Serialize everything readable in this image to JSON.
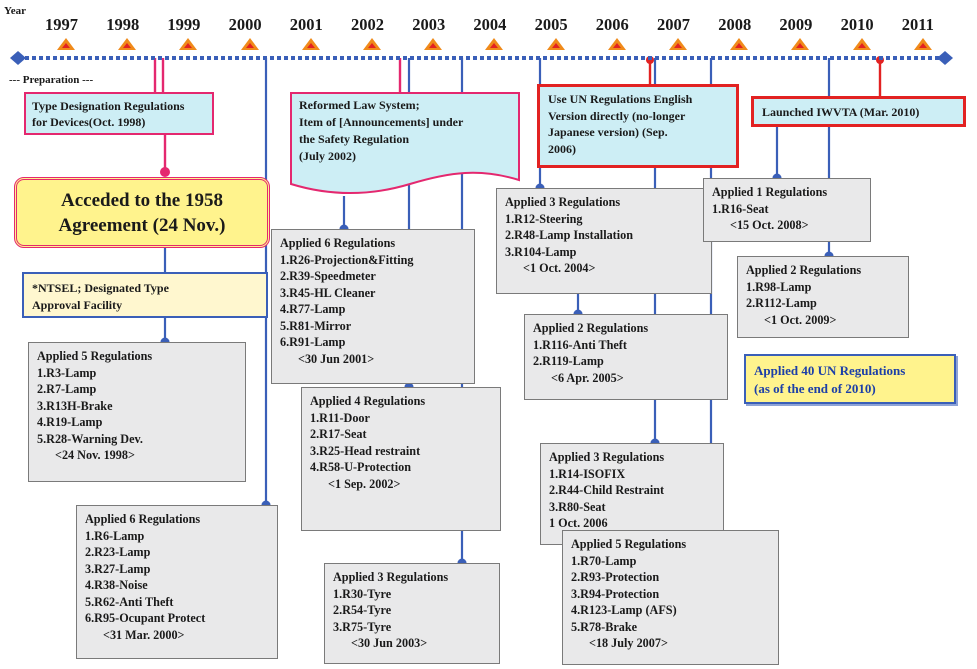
{
  "timeline": {
    "axis_label": "Year",
    "years": [
      "1997",
      "1998",
      "1999",
      "2000",
      "2001",
      "2002",
      "2003",
      "2004",
      "2005",
      "2006",
      "2007",
      "2008",
      "2009",
      "2010",
      "2011"
    ],
    "preparation_label": "--- Preparation ---",
    "colors": {
      "axis": "#3a5fb8",
      "marker": "#f08a1a",
      "marker_inner": "#e22222",
      "callout_border": "#e4286f"
    }
  },
  "callouts": {
    "type_designation": [
      "Type Designation Regulations",
      "for Devices(Oct. 1998)"
    ],
    "reformed_law": [
      "Reformed Law System;",
      "Item of [Announcements] under",
      "the Safety Regulation",
      "(July 2002)"
    ],
    "un_regulations": [
      "Use UN Regulations English",
      "Version directly (no-longer",
      "Japanese version) (Sep.",
      "2006)"
    ],
    "iwvta": [
      "Launched IWVTA (Mar. 2010)"
    ],
    "acceded": [
      "Acceded to the 1958",
      "Agreement (24 Nov.)"
    ],
    "ntsel": [
      "*NTSEL; Designated  Type",
      "Approval Facility"
    ],
    "applied40": [
      "Applied 40 UN Regulations",
      "(as of the end of 2010)"
    ]
  },
  "boxes": {
    "b1998": [
      "Applied 5 Regulations",
      "1.R3-Lamp",
      "2.R7-Lamp",
      "3.R13H-Brake",
      "4.R19-Lamp",
      "5.R28-Warning Dev.",
      "<24 Nov. 1998>"
    ],
    "b2000": [
      "Applied 6 Regulations",
      "1.R6-Lamp",
      "2.R23-Lamp",
      "3.R27-Lamp",
      "4.R38-Noise",
      "5.R62-Anti Theft",
      "6.R95-Ocupant Protect",
      "<31 Mar. 2000>"
    ],
    "b2001": [
      "Applied 6 Regulations",
      "1.R26-Projection&Fitting",
      "2.R39-Speedmeter",
      "3.R45-HL Cleaner",
      "4.R77-Lamp",
      "5.R81-Mirror",
      "6.R91-Lamp",
      "<30 Jun 2001>"
    ],
    "b2002": [
      "Applied 4 Regulations",
      "1.R11-Door",
      "2.R17-Seat",
      "3.R25-Head restraint",
      "4.R58-U-Protection",
      "<1 Sep. 2002>"
    ],
    "b2003": [
      "Applied 3 Regulations",
      "1.R30-Tyre",
      "2.R54-Tyre",
      "3.R75-Tyre",
      "<30 Jun 2003>"
    ],
    "b2004": [
      "Applied 3 Regulations",
      "1.R12-Steering",
      "2.R48-Lamp Installation",
      "3.R104-Lamp",
      "<1 Oct. 2004>"
    ],
    "b2005": [
      "Applied 2 Regulations",
      "1.R116-Anti Theft",
      "2.R119-Lamp",
      "<6 Apr. 2005>"
    ],
    "b2006": [
      "Applied 3 Regulations",
      "1.R14-ISOFIX",
      "2.R44-Child Restraint",
      "3.R80-Seat",
      "1 Oct. 2006"
    ],
    "b2007": [
      "Applied 5 Regulations",
      "1.R70-Lamp",
      "2.R93-Protection",
      "3.R94-Protection",
      "4.R123-Lamp (AFS)",
      "5.R78-Brake",
      "<18 July 2007>"
    ],
    "b2008": [
      "Applied 1 Regulations",
      "1.R16-Seat",
      "<15 Oct. 2008>"
    ],
    "b2009": [
      "Applied 2 Regulations",
      "1.R98-Lamp",
      "2.R112-Lamp",
      "<1 Oct. 2009>"
    ]
  }
}
